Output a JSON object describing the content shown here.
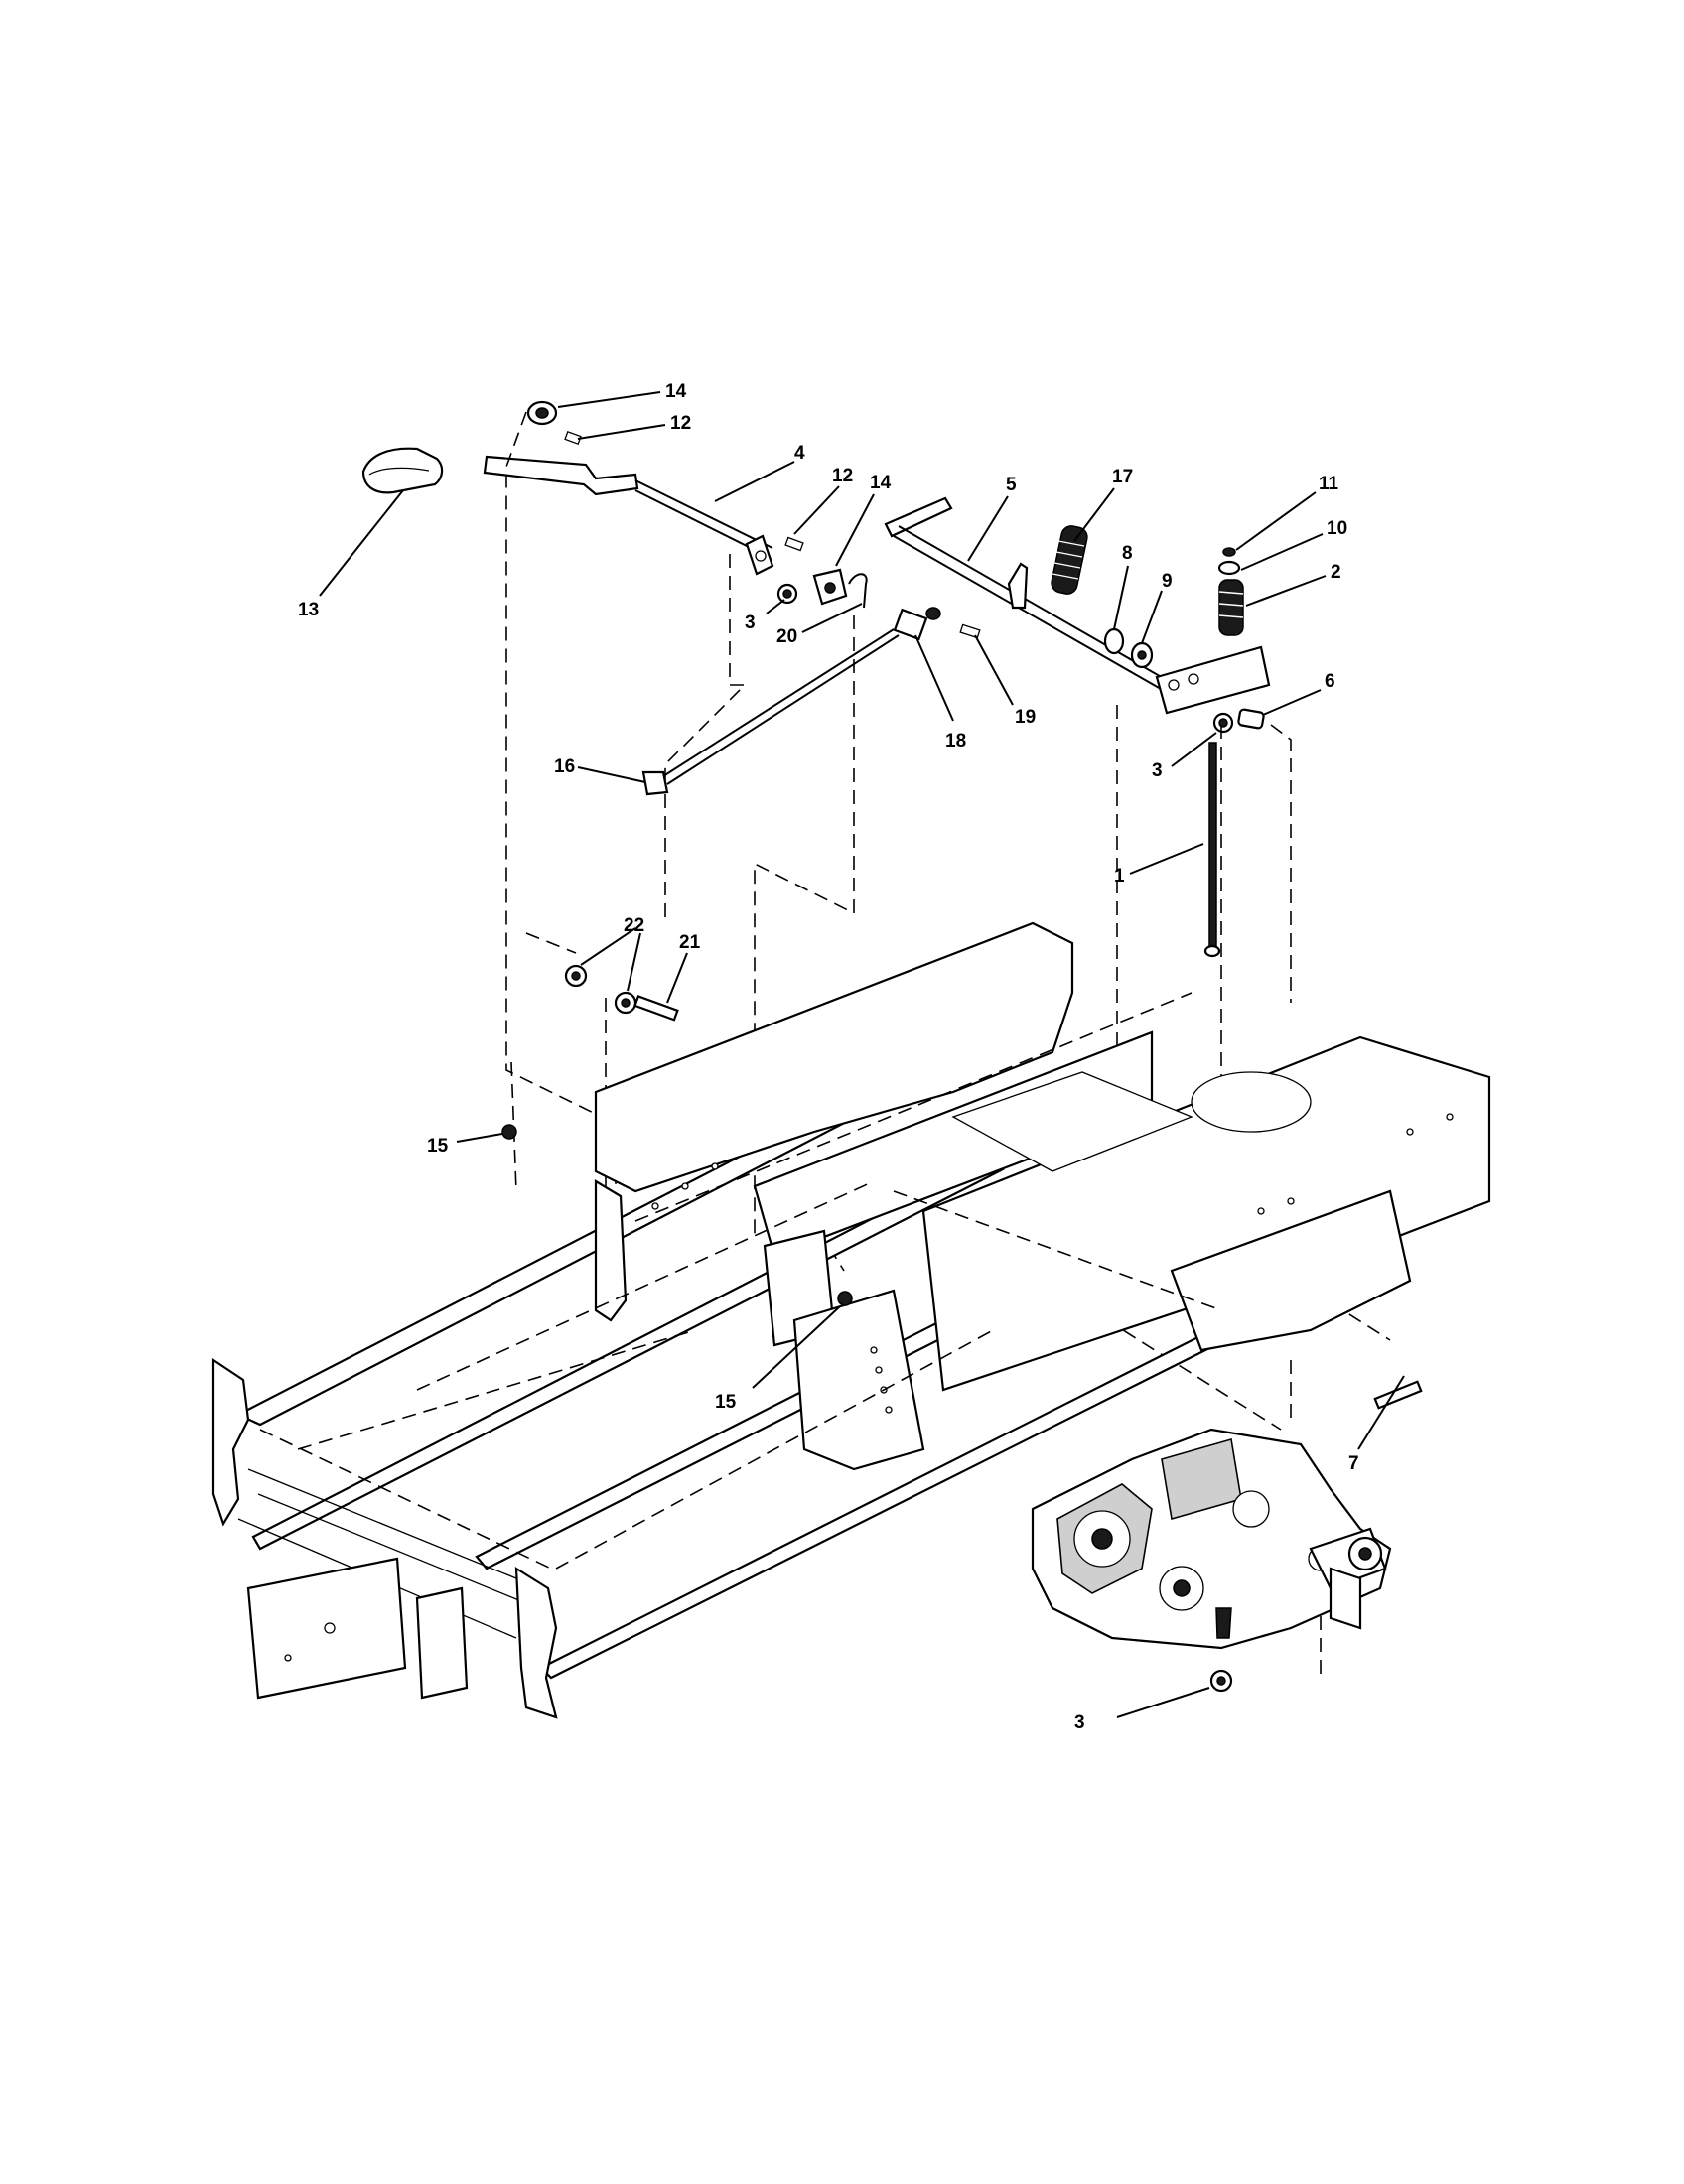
{
  "callouts": [
    {
      "id": "c14a",
      "text": "14"
    },
    {
      "id": "c12a",
      "text": "12"
    },
    {
      "id": "c4",
      "text": "4"
    },
    {
      "id": "c12b",
      "text": "12"
    },
    {
      "id": "c14b",
      "text": "14"
    },
    {
      "id": "c5",
      "text": "5"
    },
    {
      "id": "c17",
      "text": "17"
    },
    {
      "id": "c11",
      "text": "11"
    },
    {
      "id": "c10",
      "text": "10"
    },
    {
      "id": "c2",
      "text": "2"
    },
    {
      "id": "c8",
      "text": "8"
    },
    {
      "id": "c9",
      "text": "9"
    },
    {
      "id": "c13",
      "text": "13"
    },
    {
      "id": "c3a",
      "text": "3"
    },
    {
      "id": "c20",
      "text": "20"
    },
    {
      "id": "c18",
      "text": "18"
    },
    {
      "id": "c19",
      "text": "19"
    },
    {
      "id": "c6",
      "text": "6"
    },
    {
      "id": "c3b",
      "text": "3"
    },
    {
      "id": "c16",
      "text": "16"
    },
    {
      "id": "c1",
      "text": "1"
    },
    {
      "id": "c22",
      "text": "22"
    },
    {
      "id": "c21",
      "text": "21"
    },
    {
      "id": "c15a",
      "text": "15"
    },
    {
      "id": "c15b",
      "text": "15"
    },
    {
      "id": "c7",
      "text": "7"
    },
    {
      "id": "c3c",
      "text": "3"
    }
  ]
}
